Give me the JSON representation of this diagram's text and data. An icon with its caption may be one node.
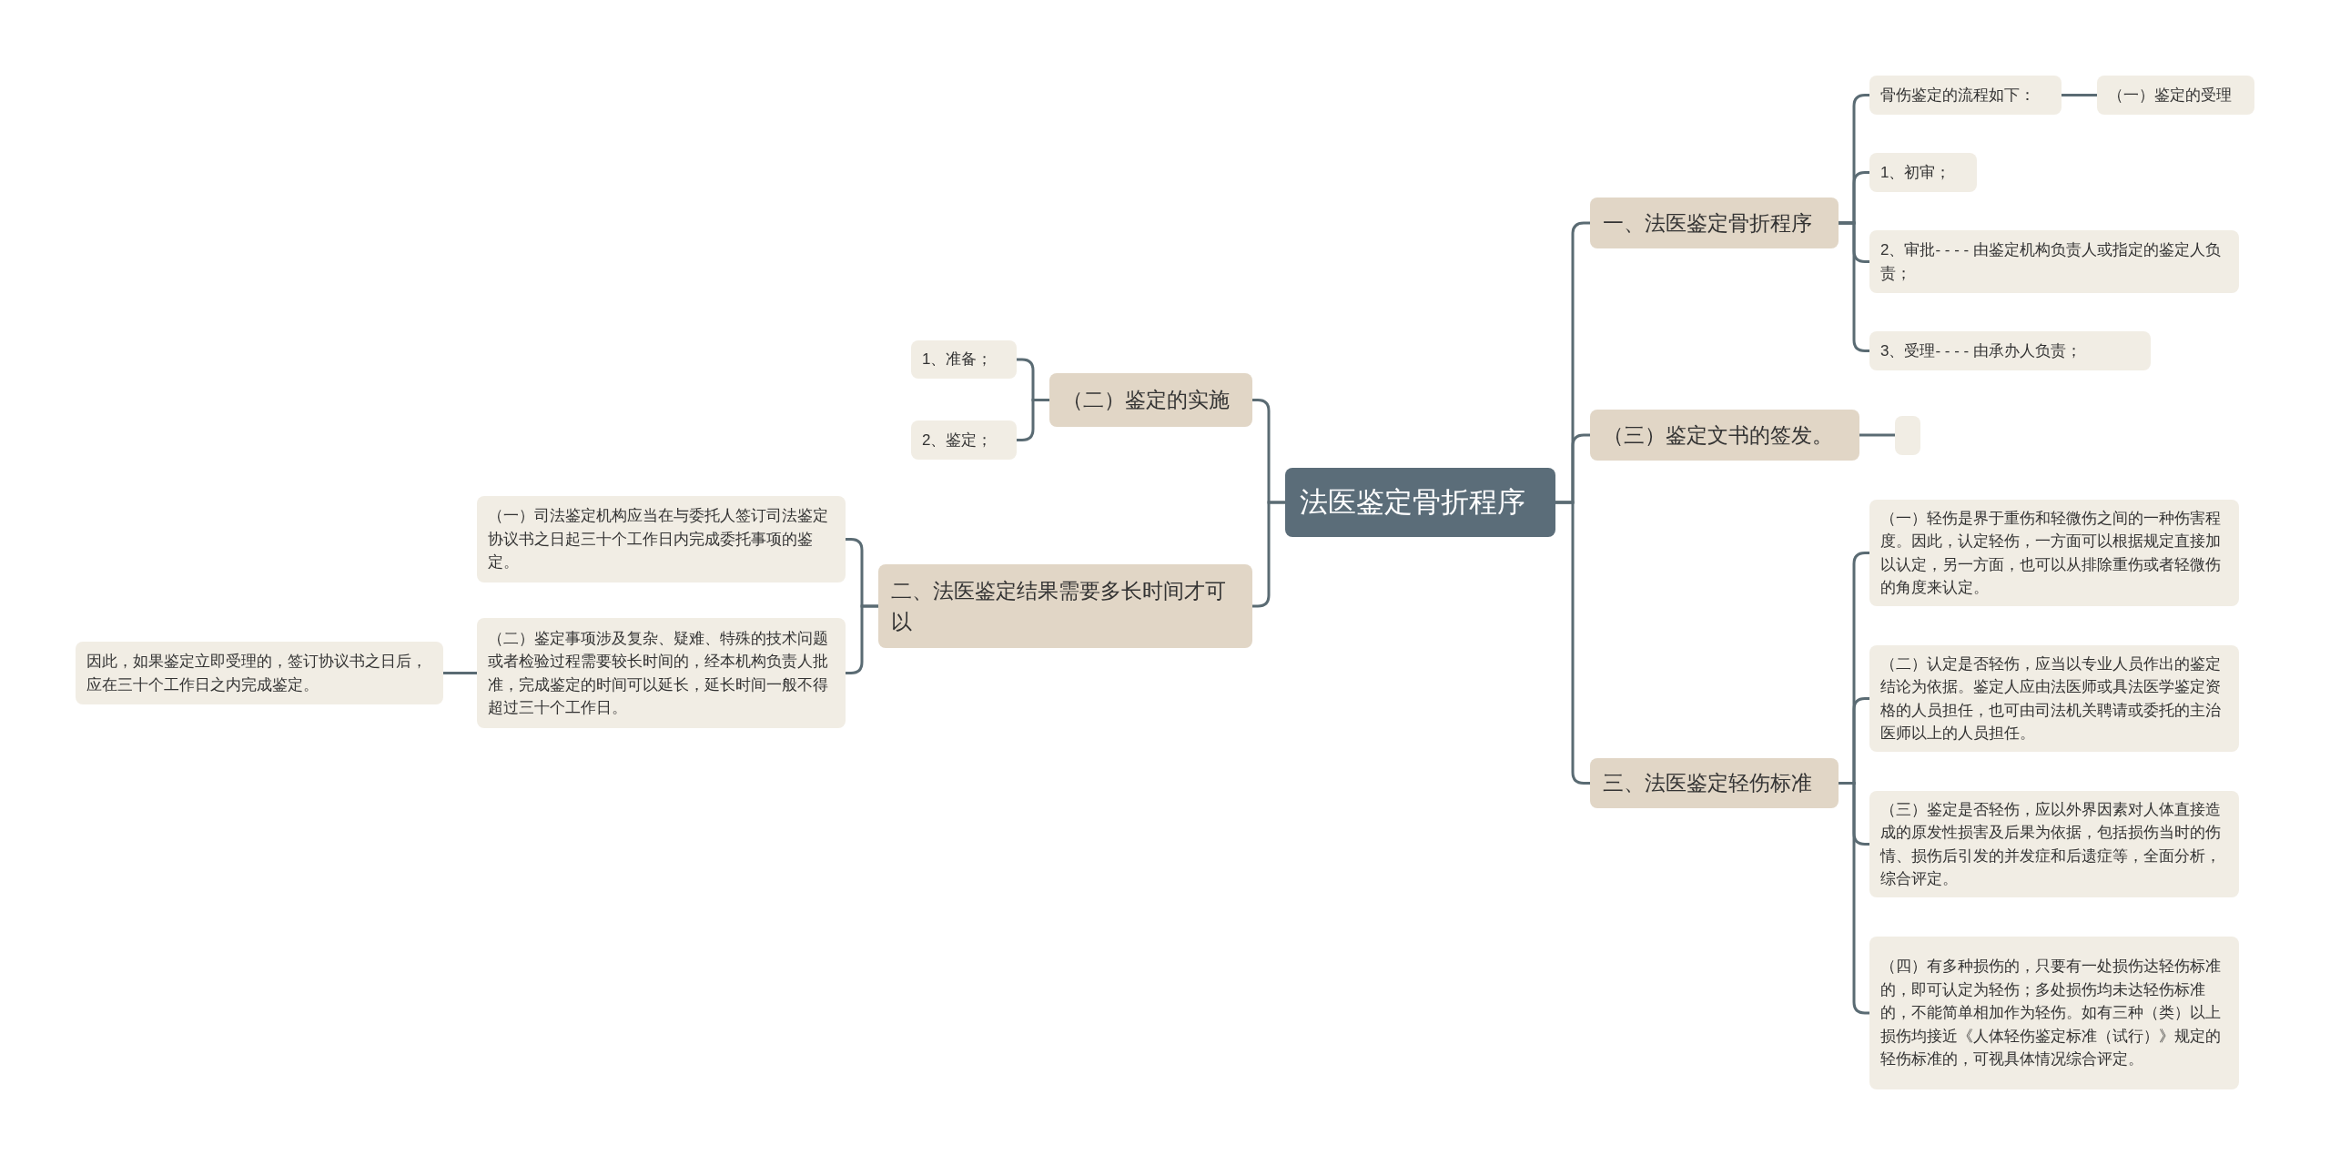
{
  "diagram": {
    "nodes": [
      {
        "text": [
          "法医鉴定骨折程序"
        ]
      },
      {
        "text": [
          "一、法医鉴定骨折程序"
        ]
      },
      {
        "text": [
          "骨伤鉴定的流程如下："
        ]
      },
      {
        "text": [
          "（一）鉴定的受理"
        ]
      },
      {
        "text": [
          "1、初审；"
        ]
      },
      {
        "text": [
          "2、审批- - - - 由鉴定机构负责人或指定的鉴定人负责；"
        ]
      },
      {
        "text": [
          "3、受理- - - - 由承办人负责；"
        ]
      },
      {
        "text": [
          "（三）鉴定文书的签发。"
        ]
      },
      {
        "text": [],
        "shape": "box"
      },
      {
        "text": [
          "三、法医鉴定轻伤标准"
        ]
      },
      {
        "text": [
          "（一）轻伤是界于重伤和轻微伤之间的一种伤害程度。因此，认定轻伤，一方面可以根据规定直接加以认定，另一方面，也可以从排除重伤或者轻微伤的角度来认定。"
        ]
      },
      {
        "text": [
          "（二）认定是否轻伤，应当以专业人员作出的鉴定结论为依据。鉴定人应由法医师或具法医学鉴定资格的人员担任，也可由司法机关聘请或委托的主治医师以上的人员担任。"
        ]
      },
      {
        "text": [
          "（三）鉴定是否轻伤，应以外界因素对人体直接造成的原发性损害及后果为依据，包括损伤当时的伤情、损伤后引发的并发症和后遗症等，全面分析，综合评定。"
        ]
      },
      {
        "text": [
          "（四）有多种损伤的，只要有一处损伤达轻伤标准的，即可认定为轻伤；多处损伤均未达轻伤标准的，不能简单相加作为轻伤。如有三种（类）以上损伤均接近《人体轻伤鉴定标准（试行）》规定的轻伤标准的，可视具体情况综合评定。"
        ]
      },
      {
        "text": [
          "（二）鉴定的实施"
        ]
      },
      {
        "text": [
          "1、准备；"
        ]
      },
      {
        "text": [
          "2、鉴定；"
        ]
      },
      {
        "text": [
          "二、法医鉴定结果需要多长时间才可以"
        ]
      },
      {
        "text": [
          "（一）司法鉴定机构应当在与委托人签订司法鉴定协议书之日起三十个工作日内完成委托事项的鉴定。"
        ]
      },
      {
        "text": [
          "（二）鉴定事项涉及复杂、疑难、特殊的技术问题或者检验过程需要较长时间的，经本机构负责人批准，完成鉴定的时间可以延长，延长时间一般不得超过三十个工作日。"
        ]
      },
      {
        "text": [
          "因此，如果鉴定立即受理的，签订协议书之日后，应在三十个工作日之内完成鉴定。"
        ]
      }
    ],
    "edges": [
      {
        "from": 0,
        "to": 1,
        "arrow": "none"
      },
      {
        "from": 1,
        "to": 2,
        "arrow": "none"
      },
      {
        "from": 2,
        "to": 3,
        "arrow": "none"
      },
      {
        "from": 1,
        "to": 4,
        "arrow": "none"
      },
      {
        "from": 1,
        "to": 5,
        "arrow": "none"
      },
      {
        "from": 1,
        "to": 6,
        "arrow": "none"
      },
      {
        "from": 0,
        "to": 7,
        "arrow": "none"
      },
      {
        "from": 7,
        "to": 8,
        "arrow": "none"
      },
      {
        "from": 0,
        "to": 9,
        "arrow": "none"
      },
      {
        "from": 9,
        "to": 10,
        "arrow": "none"
      },
      {
        "from": 9,
        "to": 11,
        "arrow": "none"
      },
      {
        "from": 9,
        "to": 12,
        "arrow": "none"
      },
      {
        "from": 9,
        "to": 13,
        "arrow": "none"
      },
      {
        "from": 0,
        "to": 14,
        "arrow": "none"
      },
      {
        "from": 14,
        "to": 15,
        "arrow": "none"
      },
      {
        "from": 14,
        "to": 16,
        "arrow": "none"
      },
      {
        "from": 0,
        "to": 17,
        "arrow": "none"
      },
      {
        "from": 17,
        "to": 18,
        "arrow": "none"
      },
      {
        "from": 17,
        "to": 19,
        "arrow": "none"
      },
      {
        "from": 19,
        "to": 20,
        "arrow": "none"
      }
    ]
  }
}
